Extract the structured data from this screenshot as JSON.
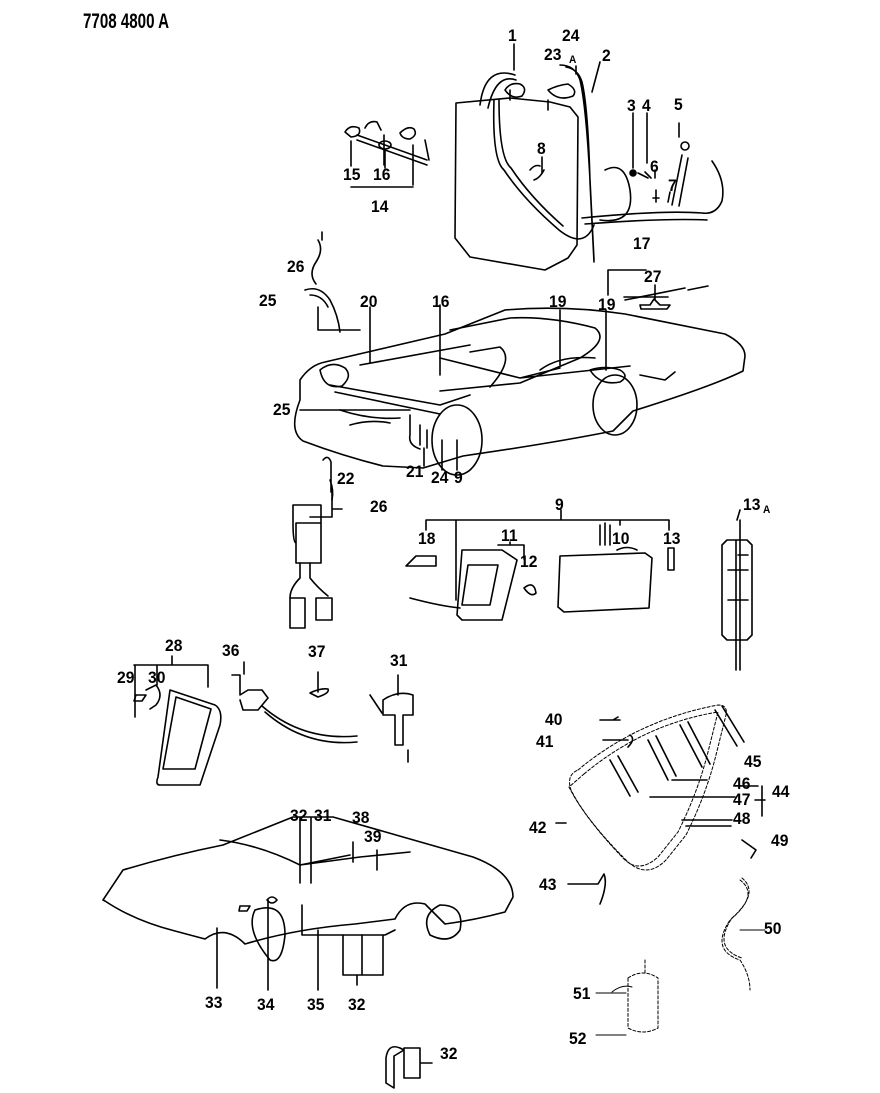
{
  "header": {
    "diagram_code": "7708 4800 A"
  },
  "callouts": {
    "c1": "1",
    "c2": "2",
    "c3": "3",
    "c4": "4",
    "c5": "5",
    "c6": "6",
    "c7": "7",
    "c8": "8",
    "c9_harness": "9",
    "c9_group": "9",
    "c10": "10",
    "c11": "11",
    "c12": "12",
    "c13": "13",
    "c13a": "13",
    "suffix_a": "A",
    "c14": "14",
    "c15": "15",
    "c16_top": "16",
    "c16_car": "16",
    "c17": "17",
    "c18": "18",
    "c19_a": "19",
    "c19_b": "19",
    "c20": "20",
    "c21": "21",
    "c22": "22",
    "c23": "23",
    "c24_top": "24",
    "c24_car": "24",
    "c25_a": "25",
    "c25_b": "25",
    "c26_a": "26",
    "c26_b": "26",
    "c27": "27",
    "c28": "28",
    "c29": "29",
    "c30": "30",
    "c31_a": "31",
    "c31_b": "31",
    "c32_a": "32",
    "c32_b": "32",
    "c32_c": "32",
    "c33": "33",
    "c34": "34",
    "c35": "35",
    "c36": "36",
    "c37": "37",
    "c38": "38",
    "c39": "39",
    "c40": "40",
    "c41": "41",
    "c42": "42",
    "c43": "43",
    "c44": "44",
    "c45": "45",
    "c46": "46",
    "c47": "47",
    "c48": "48",
    "c49": "49",
    "c50": "50",
    "c51": "51",
    "c52": "52"
  }
}
